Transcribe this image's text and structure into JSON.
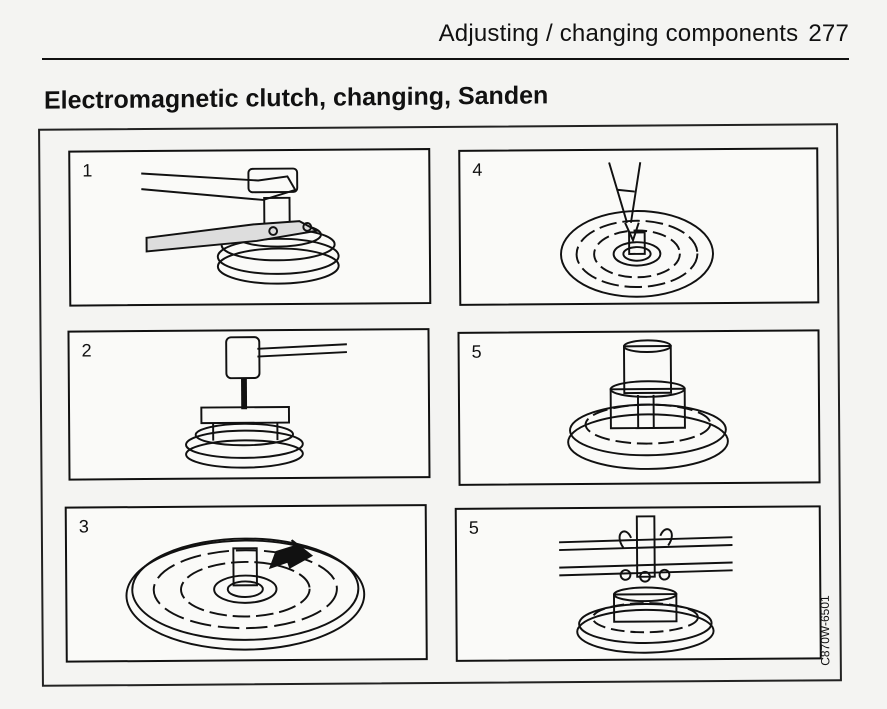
{
  "header": {
    "running_title": "Adjusting / changing components",
    "page_number": "277"
  },
  "section_title": "Electromagnetic clutch, changing, Sanden",
  "panels": [
    {
      "number": "1",
      "icon": "socket-wrench-holder-icon"
    },
    {
      "number": "4",
      "icon": "circlip-pliers-icon"
    },
    {
      "number": "2",
      "icon": "puller-tool-icon"
    },
    {
      "number": "5",
      "icon": "press-sleeve-icon"
    },
    {
      "number": "3",
      "icon": "key-removal-icon"
    },
    {
      "number": "5",
      "icon": "press-tool-icon"
    }
  ],
  "figure_code": "C870W-6501"
}
